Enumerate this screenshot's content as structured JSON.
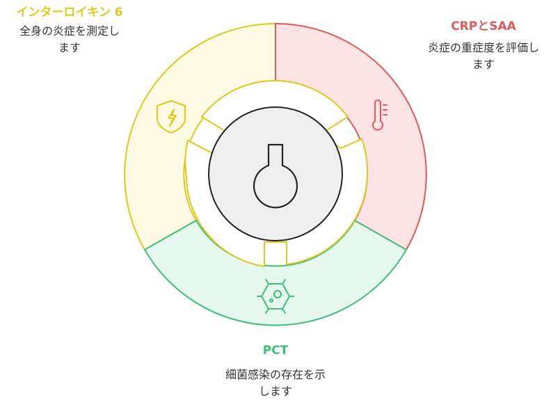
{
  "segments": [
    {
      "id": "il6",
      "title": "インターロイキン 6",
      "desc": "全身の炎症を測定します",
      "color": "#e0c81a",
      "fill": "#fdf9e3",
      "icon": "shield-lightning-icon"
    },
    {
      "id": "crp-saa",
      "title": "CRPとSAA",
      "desc": "炎症の重症度を評価します",
      "color": "#e05a5a",
      "fill": "#fde3e3",
      "icon": "thermometer-icon"
    },
    {
      "id": "pct",
      "title": "PCT",
      "desc": "細菌感染の存在を示します",
      "color": "#3dbf76",
      "fill": "#e6f8ee",
      "icon": "bacteria-icon"
    }
  ],
  "center": {
    "icon": "keyhole-icon",
    "fill": "#eeeeee",
    "stroke": "#222222"
  }
}
